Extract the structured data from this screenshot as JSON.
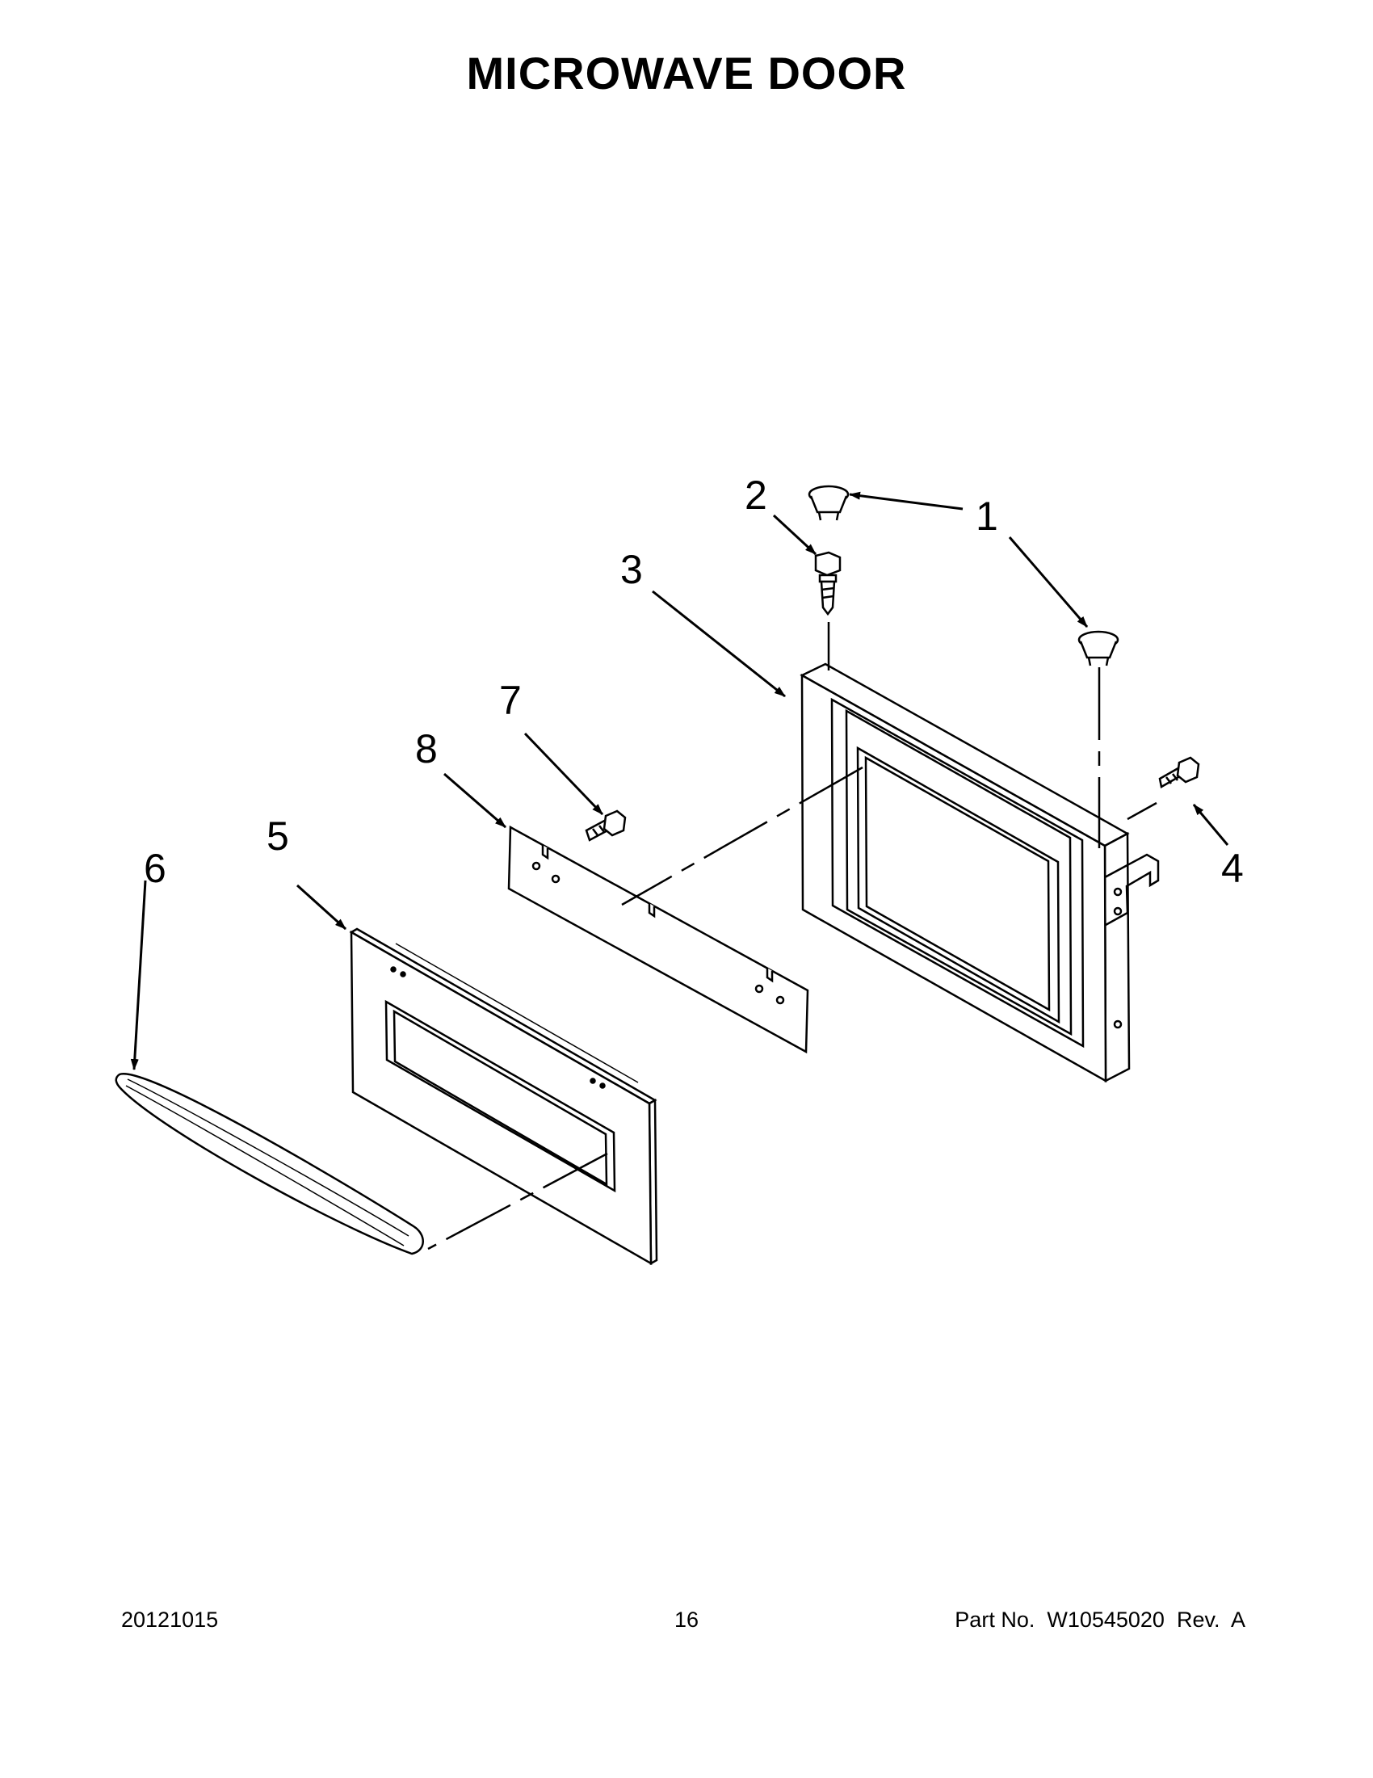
{
  "title": "MICROWAVE DOOR",
  "callouts": {
    "c1": "1",
    "c2": "2",
    "c3": "3",
    "c4": "4",
    "c5": "5",
    "c6": "6",
    "c7": "7",
    "c8": "8"
  },
  "footer": {
    "date": "20121015",
    "page": "16",
    "part_number": "Part No.  W10545020  Rev.  A"
  }
}
